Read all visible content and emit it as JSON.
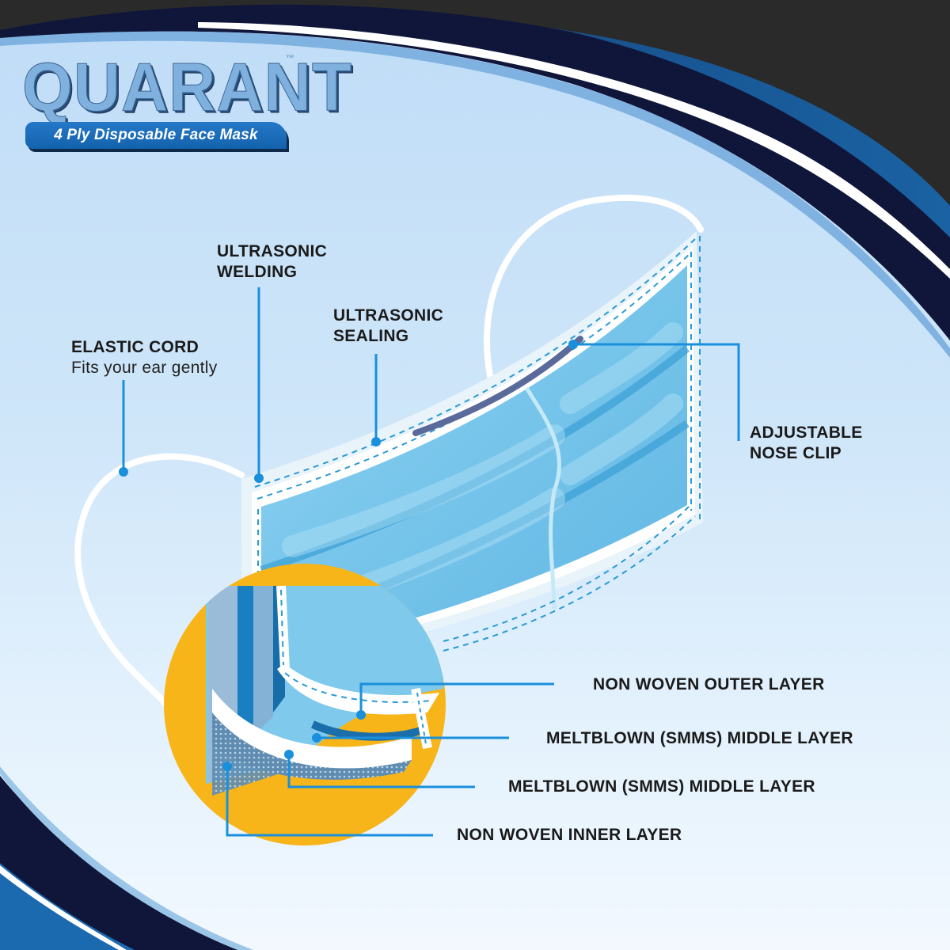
{
  "brand": {
    "name": "QUARANT",
    "trademark": "™",
    "tagline": "4 Ply Disposable Face Mask"
  },
  "callouts": {
    "elastic_cord": {
      "title": "ELASTIC CORD",
      "subtitle": "Fits your ear gently"
    },
    "ultrasonic_welding": {
      "line1": "ULTRASONIC",
      "line2": "WELDING"
    },
    "ultrasonic_sealing": {
      "line1": "ULTRASONIC",
      "line2": "SEALING"
    },
    "nose_clip": {
      "line1": "ADJUSTABLE",
      "line2": "NOSE CLIP"
    },
    "layers": [
      {
        "label": "NON WOVEN OUTER LAYER"
      },
      {
        "label": "MELTBLOWN (SMMS) MIDDLE LAYER"
      },
      {
        "label": "MELTBLOWN (SMMS) MIDDLE LAYER"
      },
      {
        "label": "NON WOVEN INNER LAYER"
      }
    ]
  },
  "colors": {
    "background_light": "#cfe6f9",
    "swoosh_navy": "#10163a",
    "swoosh_blue": "#15599a",
    "mask_blue": "#74c4ea",
    "callout_line": "#1a8fdc",
    "accent_yellow": "#f7b519",
    "nose_clip": "#5a6a9a",
    "text_dark": "#1a1a1a"
  }
}
